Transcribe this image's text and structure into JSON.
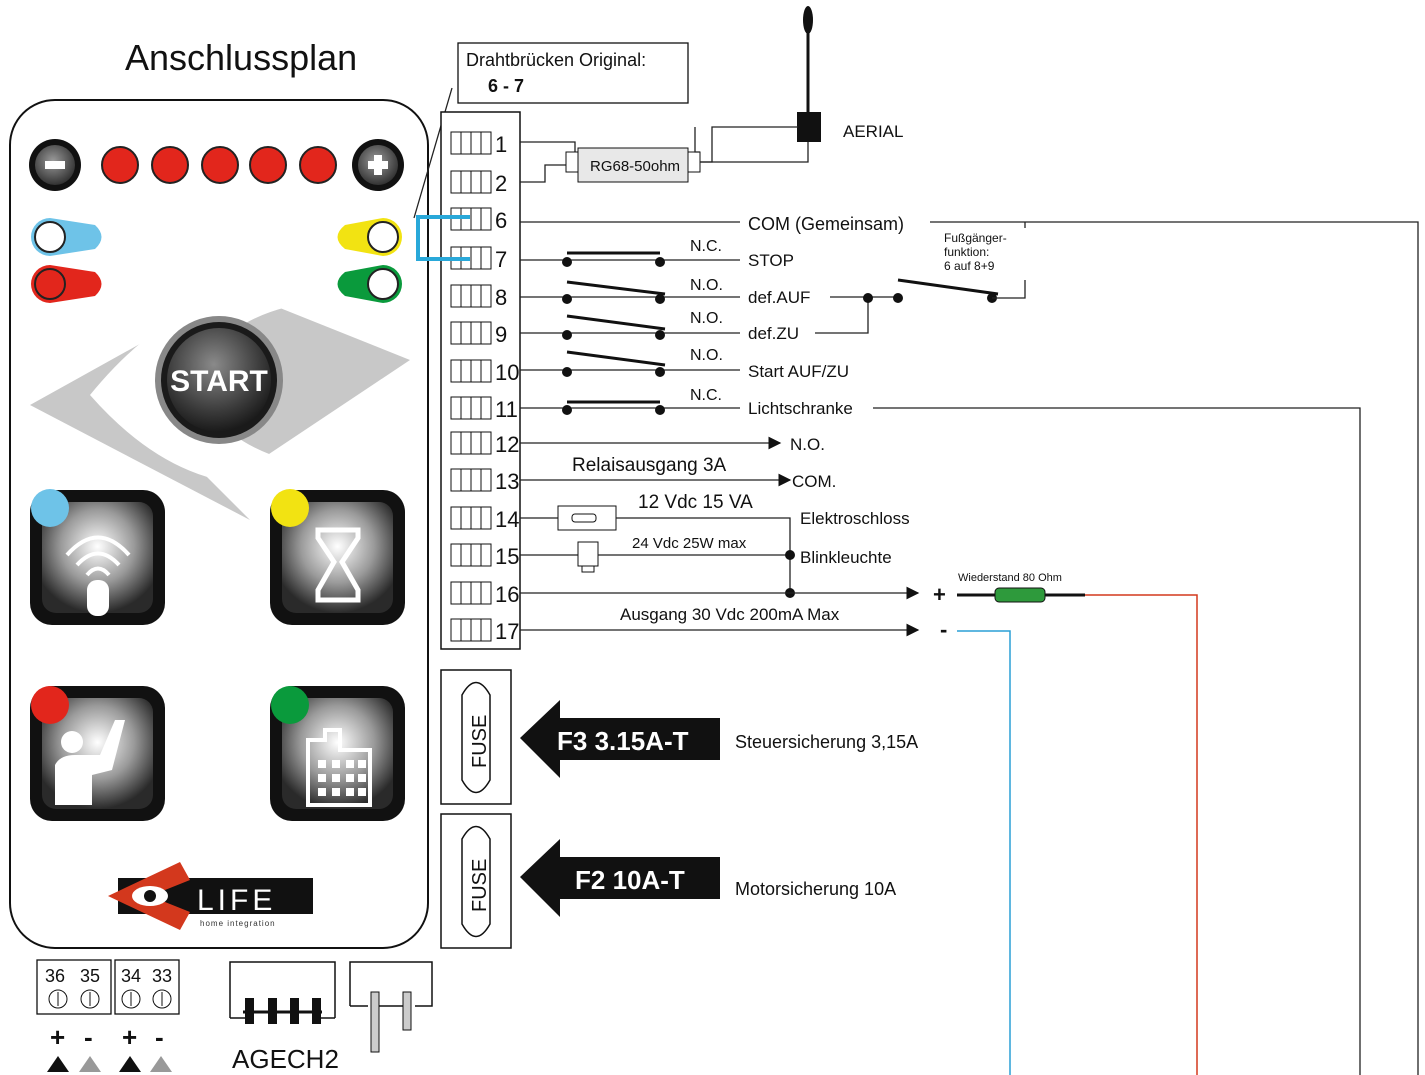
{
  "title": "Anschlussplan",
  "jumper_note": {
    "line1": "Drahtbrücken Original:",
    "line2": "6 - 7"
  },
  "aerial": {
    "label": "AERIAL",
    "cable": "RG68-50ohm"
  },
  "terminals": [
    "1",
    "2",
    "6",
    "7",
    "8",
    "9",
    "10",
    "11",
    "12",
    "13",
    "14",
    "15",
    "16",
    "17"
  ],
  "contacts": {
    "com": "COM (Gemeinsam)",
    "stop_type": "N.C.",
    "stop": "STOP",
    "auf_type": "N.O.",
    "auf": "def.AUF",
    "zu_type": "N.O.",
    "zu": "def.ZU",
    "start_type": "N.O.",
    "start": "Start  AUF/ZU",
    "photo_type": "N.C.",
    "photo": "Lichtschranke"
  },
  "pedestrian": {
    "line1": "Fußgänger-",
    "line2": "funktion:",
    "line3": "6  auf 8+9"
  },
  "relay": {
    "no": "N.O.",
    "com": "COM.",
    "label": "Relaisausgang 3A"
  },
  "lock": {
    "spec": "12 Vdc 15 VA",
    "label": "Elektroschloss"
  },
  "lamp": {
    "spec": "24 Vdc 25W max",
    "label": "Blinkleuchte"
  },
  "output": {
    "label": "Ausgang 30 Vdc 200mA Max",
    "plus": "+",
    "minus": "-",
    "resistor": "Wiederstand 80 Ohm"
  },
  "fuses": [
    {
      "text": "FUSE",
      "code": "F3 3.15A-T",
      "desc": "Steuersicherung  3,15A"
    },
    {
      "text": "FUSE",
      "code": "F2 10A-T",
      "desc": "Motorsicherung  10A"
    }
  ],
  "panel": {
    "start": "START",
    "brand": "LIFE",
    "brand_sub": "home integration"
  },
  "bottom": {
    "term_a": [
      "36",
      "35"
    ],
    "term_b": [
      "34",
      "33"
    ],
    "polarity_a": [
      "+",
      "-"
    ],
    "polarity_b": [
      "+",
      "-"
    ],
    "agech": "AGECH2"
  },
  "colors": {
    "blue": "#6ec3e8",
    "yellow": "#f2e312",
    "red": "#e2261c",
    "green": "#0a9a3c",
    "wire_blue": "#2a9fd6",
    "wire_red": "#d3381d",
    "jumper": "#29a8d9"
  }
}
